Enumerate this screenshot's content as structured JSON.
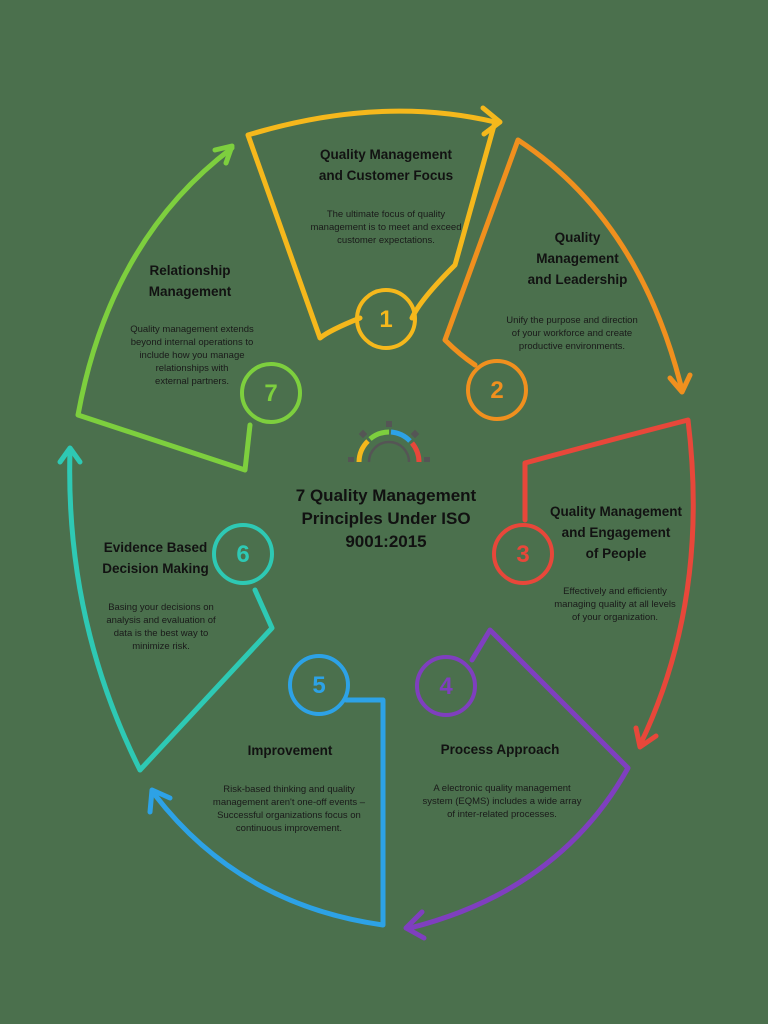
{
  "center": {
    "line1": "7 Quality Management",
    "line2": "Principles Under ISO",
    "line3": "9001:2015"
  },
  "principles": [
    {
      "number": "1",
      "title_1": "Quality Management",
      "title_2": "and Customer Focus",
      "title_3": "",
      "desc_1": "The ultimate focus of quality",
      "desc_2": "management is to meet and exceed",
      "desc_3": "customer expectations.",
      "desc_4": "",
      "color": "#f5b81c"
    },
    {
      "number": "2",
      "title_1": "Quality",
      "title_2": "Management",
      "title_3": "and Leadership",
      "desc_1": "Unify the purpose and direction",
      "desc_2": "of your workforce and create",
      "desc_3": "productive environments.",
      "desc_4": "",
      "color": "#f0901e"
    },
    {
      "number": "3",
      "title_1": "Quality Management",
      "title_2": "and Engagement",
      "title_3": "of People",
      "desc_1": "Effectively and efficiently",
      "desc_2": "managing quality at all levels",
      "desc_3": "of your organization.",
      "desc_4": "",
      "color": "#e8473a"
    },
    {
      "number": "4",
      "title_1": "Process Approach",
      "title_2": "",
      "title_3": "",
      "desc_1": "A electronic quality management",
      "desc_2": "system (EQMS) includes a wide array",
      "desc_3": "of inter-related processes.",
      "desc_4": "",
      "color": "#7f3fbf"
    },
    {
      "number": "5",
      "title_1": "Improvement",
      "title_2": "",
      "title_3": "",
      "desc_1": "Risk-based thinking and quality",
      "desc_2": "management aren't one-off events –",
      "desc_3": "Successful organizations focus on",
      "desc_4": "continuous improvement.",
      "color": "#2da2e6"
    },
    {
      "number": "6",
      "title_1": "Evidence Based",
      "title_2": "Decision Making",
      "title_3": "",
      "desc_1": "Basing your decisions on",
      "desc_2": "analysis and evaluation of",
      "desc_3": "data is the best way to",
      "desc_4": "minimize risk.",
      "color": "#2ec9b4"
    },
    {
      "number": "7",
      "title_1": "Relationship",
      "title_2": "Management",
      "title_3": "",
      "desc_1": "Quality management extends",
      "desc_2": "beyond internal operations to",
      "desc_3": "include how you manage",
      "desc_4": "relationships with",
      "desc_5": "external partners.",
      "color": "#7dcf3e"
    }
  ],
  "colors": {
    "background": "#4b704d",
    "gear_colors": [
      "#f5b81c",
      "#e8473a",
      "#2da2e6",
      "#7dcf3e"
    ]
  },
  "icons": [
    "gear-gauge-icon"
  ]
}
